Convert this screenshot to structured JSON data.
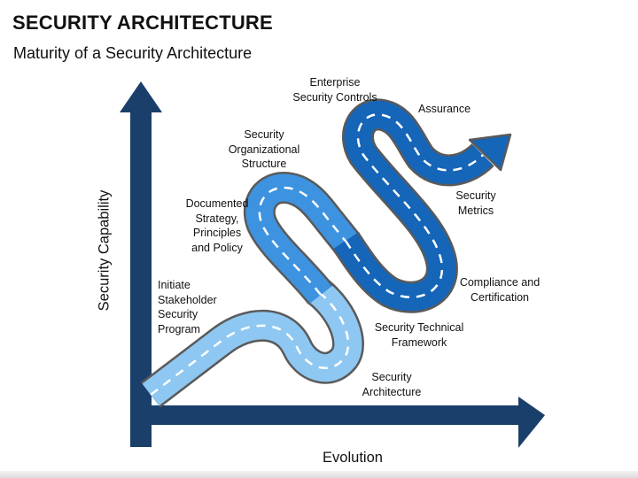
{
  "title": "SECURITY ARCHITECTURE",
  "subtitle": "Maturity of a Security Architecture",
  "axes": {
    "y_label": "Security Capability",
    "x_label": "Evolution"
  },
  "stages": {
    "initiate": "Initiate\nStakeholder\nSecurity\nProgram",
    "documented": "Documented\nStrategy,\nPrinciples\nand Policy",
    "organizational": "Security\nOrganizational\nStructure",
    "enterprise": "Enterprise\nSecurity Controls",
    "assurance": "Assurance",
    "metrics": "Security\nMetrics",
    "compliance": "Compliance and\nCertification",
    "technical": "Security Technical\nFramework",
    "architecture": "Security\nArchitecture"
  },
  "colors": {
    "axis": "#1a3f6b",
    "road_light": "#8ec8f2",
    "road_mid": "#3d93e0",
    "road_dark": "#1565b8",
    "road_edge": "#5a5a5a",
    "dash": "#ffffff"
  }
}
